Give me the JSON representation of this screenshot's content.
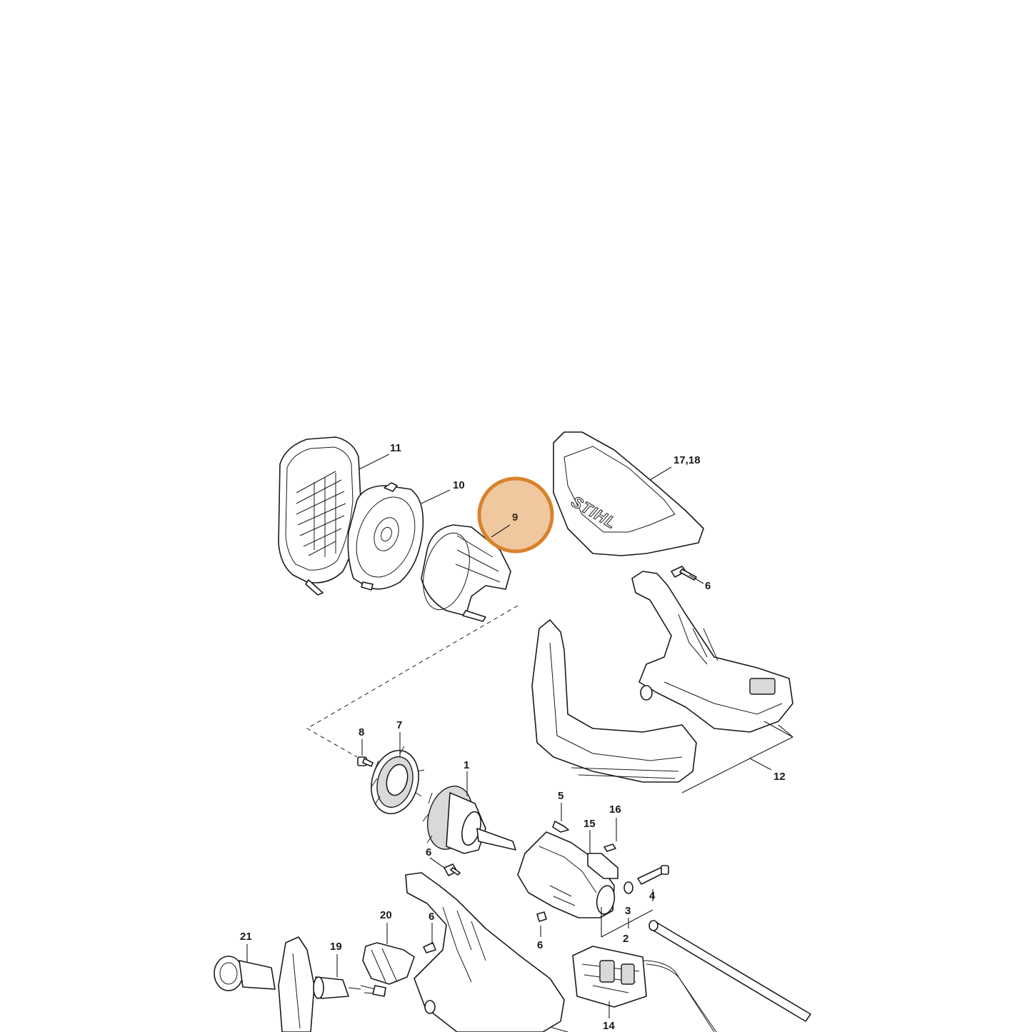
{
  "diagram": {
    "highlight": {
      "label": "9",
      "fill": "#f0c8a0",
      "stroke": "#d9822b"
    },
    "brand_logo": "STIHL",
    "callouts": {
      "c11": "11",
      "c10": "10",
      "c1718": "17,18",
      "c6a": "6",
      "c12": "12",
      "c8": "8",
      "c7": "7",
      "c1": "1",
      "c5": "5",
      "c16": "16",
      "c15": "15",
      "c6b": "6",
      "c4": "4",
      "c3": "3",
      "c2": "2",
      "c6c": "6",
      "c20": "20",
      "c6d": "6",
      "c21": "21",
      "c19": "19",
      "c14": "14"
    }
  }
}
